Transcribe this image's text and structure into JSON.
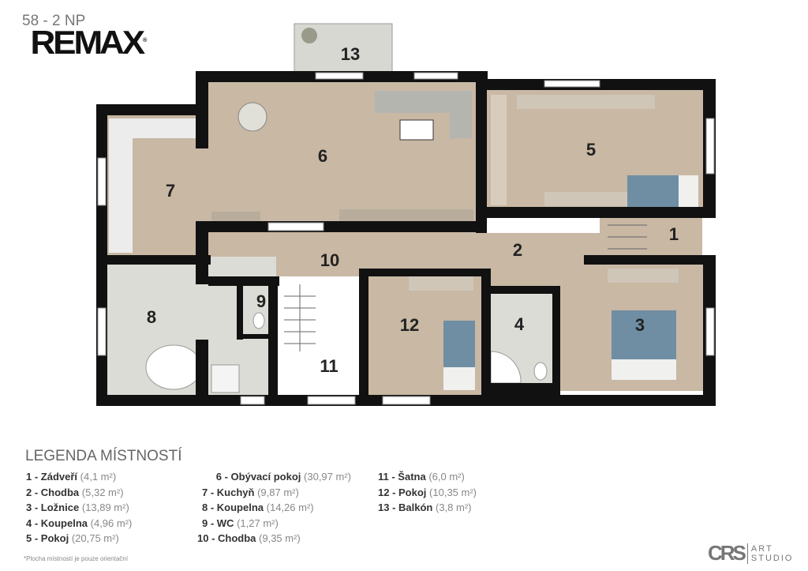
{
  "header": {
    "plan_title": "58 - 2 NP",
    "logo": "RE/MAX"
  },
  "rooms": [
    {
      "num": "1"
    },
    {
      "num": "2"
    },
    {
      "num": "3"
    },
    {
      "num": "4"
    },
    {
      "num": "5"
    },
    {
      "num": "6"
    },
    {
      "num": "7"
    },
    {
      "num": "8"
    },
    {
      "num": "9"
    },
    {
      "num": "10"
    },
    {
      "num": "11"
    },
    {
      "num": "12"
    },
    {
      "num": "13"
    }
  ],
  "legend": {
    "title": "LEGENDA MÍSTNOSTÍ",
    "items": [
      {
        "label": "1 - Zádveří",
        "area": "(4,1 m²)"
      },
      {
        "label": "2 - Chodba",
        "area": "(5,32 m²)"
      },
      {
        "label": "3 - Ložnice",
        "area": "(13,89 m²)"
      },
      {
        "label": "4 - Koupelna",
        "area": "(4,96 m²)"
      },
      {
        "label": "5 - Pokoj",
        "area": "(20,75 m²)"
      },
      {
        "label": "6 - Obývací pokoj",
        "area": "(30,97 m²)"
      },
      {
        "label": "7 - Kuchyň",
        "area": "(9,87 m²)"
      },
      {
        "label": "8 - Koupelna",
        "area": "(14,26 m²)"
      },
      {
        "label": "9 - WC",
        "area": "(1,27 m²)"
      },
      {
        "label": "10 - Chodba",
        "area": "(9,35 m²)"
      },
      {
        "label": "11 - Šatna",
        "area": "(6,0 m²)"
      },
      {
        "label": "12 - Pokoj",
        "area": "(10,35 m²)"
      },
      {
        "label": "13 - Balkón",
        "area": "(3,8 m²)"
      }
    ],
    "note": "*Plocha místností je pouze orientační"
  },
  "studio": {
    "logo": "CRS",
    "line1": "ART",
    "line2": "STUDIO"
  },
  "colors": {
    "wall": "#111111",
    "wood": "#c8b8a4",
    "tile": "#dcdcd6",
    "bed": "#6f8ea3"
  }
}
